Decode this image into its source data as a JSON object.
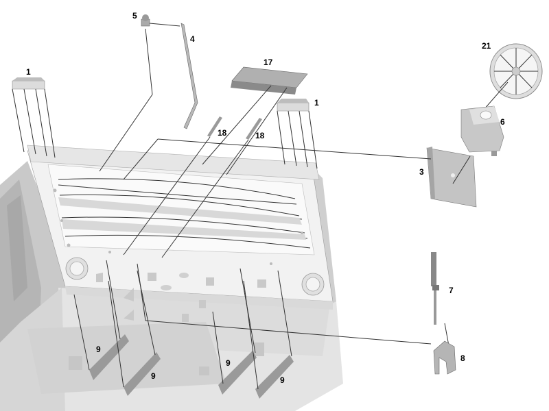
{
  "diagram": {
    "callouts": {
      "c1a": "1",
      "c1b": "1",
      "c3": "3",
      "c4": "4",
      "c5": "5",
      "c6": "6",
      "c7": "7",
      "c8": "8",
      "c9a": "9",
      "c9b": "9",
      "c9c": "9",
      "c9d": "9",
      "c17": "17",
      "c18a": "18",
      "c18b": "18",
      "c21": "21"
    }
  }
}
